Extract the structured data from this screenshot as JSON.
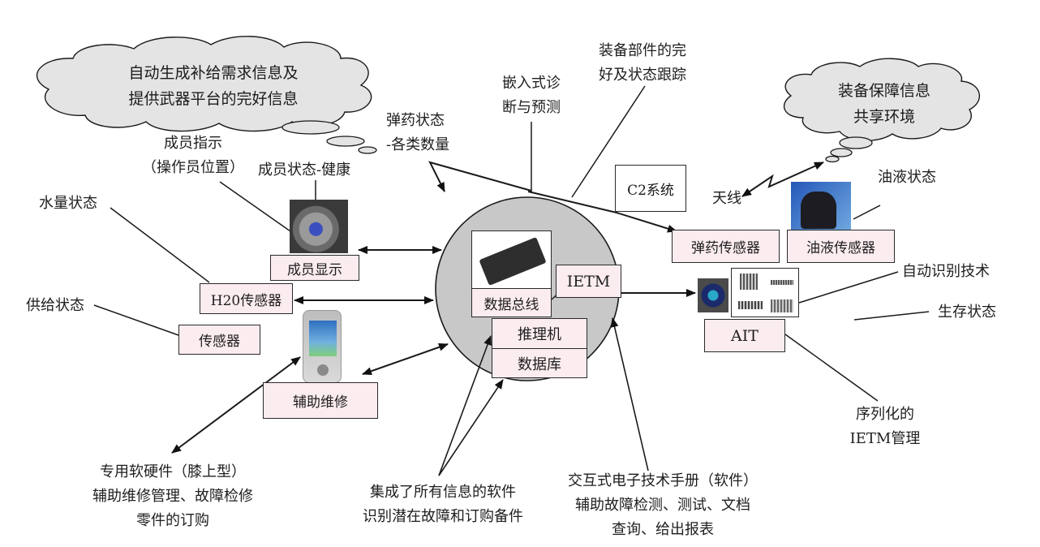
{
  "clouds": {
    "left": {
      "lines": [
        "自动生成补给需求信息及",
        "提供武器平台的完好信息"
      ]
    },
    "right": {
      "lines": [
        "装备保障信息",
        "共享环境"
      ]
    }
  },
  "labels": {
    "member_indication": [
      "成员指示",
      "（操作员位置）"
    ],
    "member_health": "成员状态-健康",
    "water_status": "水量状态",
    "supply_status": "供给状态",
    "ammo_status": [
      "弹药状态",
      "-各类数量"
    ],
    "embedded_diag": [
      "嵌入式诊",
      "断与预测"
    ],
    "equipment_tracking": [
      "装备部件的完",
      "好及状态跟踪"
    ],
    "antenna": "天线",
    "oil_status": "油液状态",
    "auto_id_tech": "自动识别技术",
    "survival_status": "生存状态",
    "serialized_ietm": [
      "序列化的",
      "IETM管理"
    ],
    "dedicated_hw": [
      "专用软硬件（膝上型）",
      "辅助维修管理、故障检修",
      "零件的订购"
    ],
    "integrated_sw": [
      "集成了所有信息的软件",
      "识别潜在故障和订购备件"
    ],
    "ietm_desc": [
      "交互式电子技术手册（软件）",
      "辅助故障检测、测试、文档",
      "查询、给出报表"
    ]
  },
  "boxes": {
    "member_display": "成员显示",
    "h2o_sensor": "H20传感器",
    "sensor": "传感器",
    "aux_maintenance": "辅助维修",
    "data_bus": "数据总线",
    "ietm": "IETM",
    "inference_engine": "推理机",
    "database": "数据库",
    "c2_system": "C2系统",
    "ammo_sensor": "弹药传感器",
    "oil_sensor": "油液传感器",
    "ait": "AIT"
  },
  "colors": {
    "box_fill": "#fbecef",
    "cloud_fill": "#e4e4e4",
    "hub_fill": "#c8c8c8",
    "stroke": "#1a1a1a"
  }
}
